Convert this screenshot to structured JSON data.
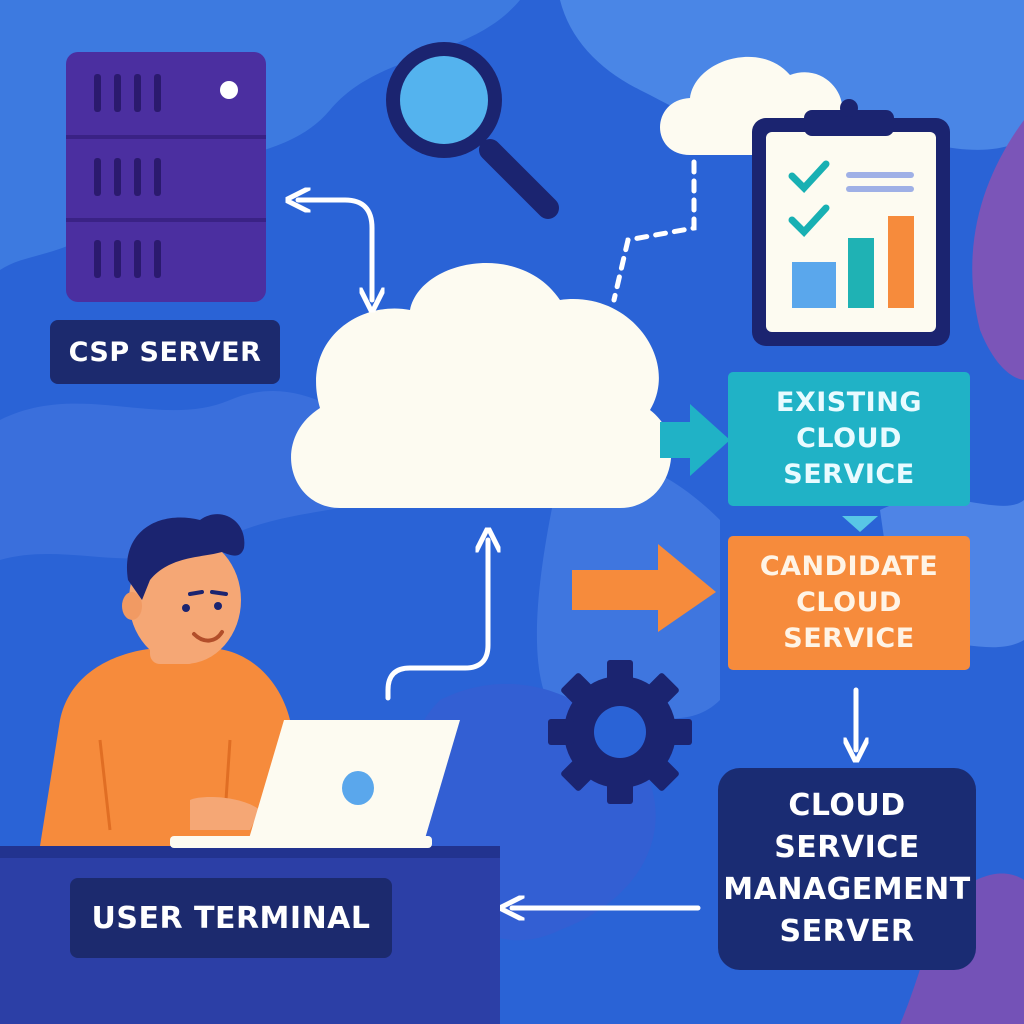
{
  "labels": {
    "csp_server": "CSP SERVER",
    "existing_service": "EXISTING\nCLOUD\nSERVICE",
    "candidate_service": "CANDIDATE\nCLOUD\nSERVICE",
    "management_server": "CLOUD\nSERVICE\nMANAGEMENT\nSERVER",
    "user_terminal": "USER TERMINAL"
  },
  "icons": [
    "server-icon",
    "magnifier-icon",
    "cloud-icon",
    "clipboard-chart-icon",
    "gear-icon",
    "person-illustration",
    "laptop-icon"
  ],
  "colors": {
    "background": "#2a63d6",
    "dark_label": "#1c2a6e",
    "existing": "#20b2c6",
    "candidate": "#f68b3c",
    "management": "#1a2c73",
    "cloud": "#fdfbf1",
    "server": "#4b2fa0"
  }
}
